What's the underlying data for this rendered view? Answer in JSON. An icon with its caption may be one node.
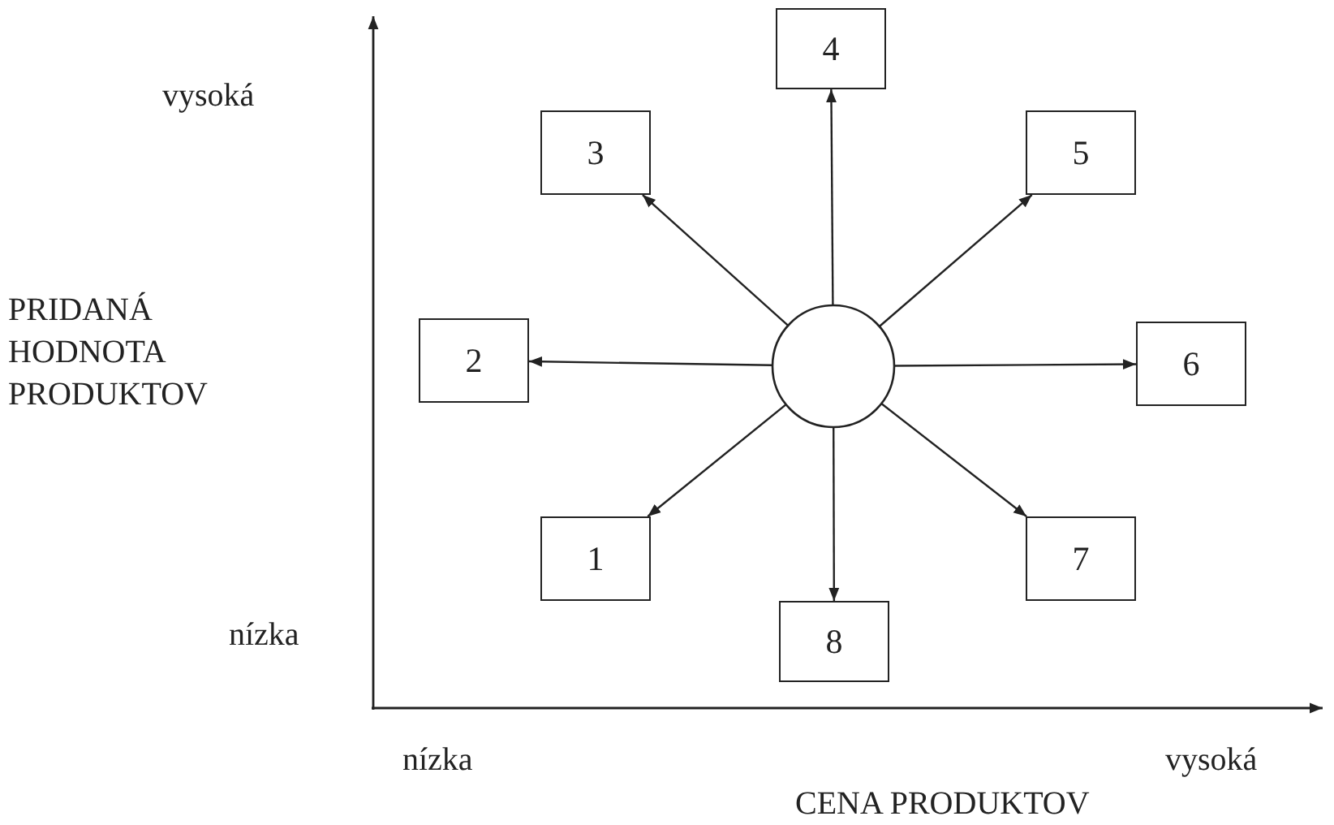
{
  "diagram": {
    "nodes": [
      {
        "text": [
          "4"
        ]
      },
      {
        "text": [
          "3"
        ]
      },
      {
        "text": [
          "5"
        ]
      },
      {
        "text": [
          "2"
        ]
      },
      {
        "text": [],
        "shape": "circle"
      },
      {
        "text": [
          "6"
        ]
      },
      {
        "text": [
          "1"
        ]
      },
      {
        "text": [
          "7"
        ]
      },
      {
        "text": [
          "8"
        ]
      }
    ],
    "edges": [
      {
        "from": 4,
        "to": 6,
        "arrow": "to"
      },
      {
        "from": 4,
        "to": 3,
        "arrow": "to"
      },
      {
        "from": 4,
        "to": 1,
        "arrow": "to"
      },
      {
        "from": 4,
        "to": 0,
        "arrow": "to"
      },
      {
        "from": 4,
        "to": 2,
        "arrow": "to"
      },
      {
        "from": 4,
        "to": 5,
        "arrow": "to"
      },
      {
        "from": 4,
        "to": 7,
        "arrow": "to"
      },
      {
        "from": 4,
        "to": 8,
        "arrow": "to"
      }
    ],
    "labels": [
      "vysoká",
      "PRIDANÁ HODNOTA PRODUKTOV",
      "nízka",
      "nízka",
      "vysoká",
      "CENA PRODUKTOV"
    ]
  }
}
